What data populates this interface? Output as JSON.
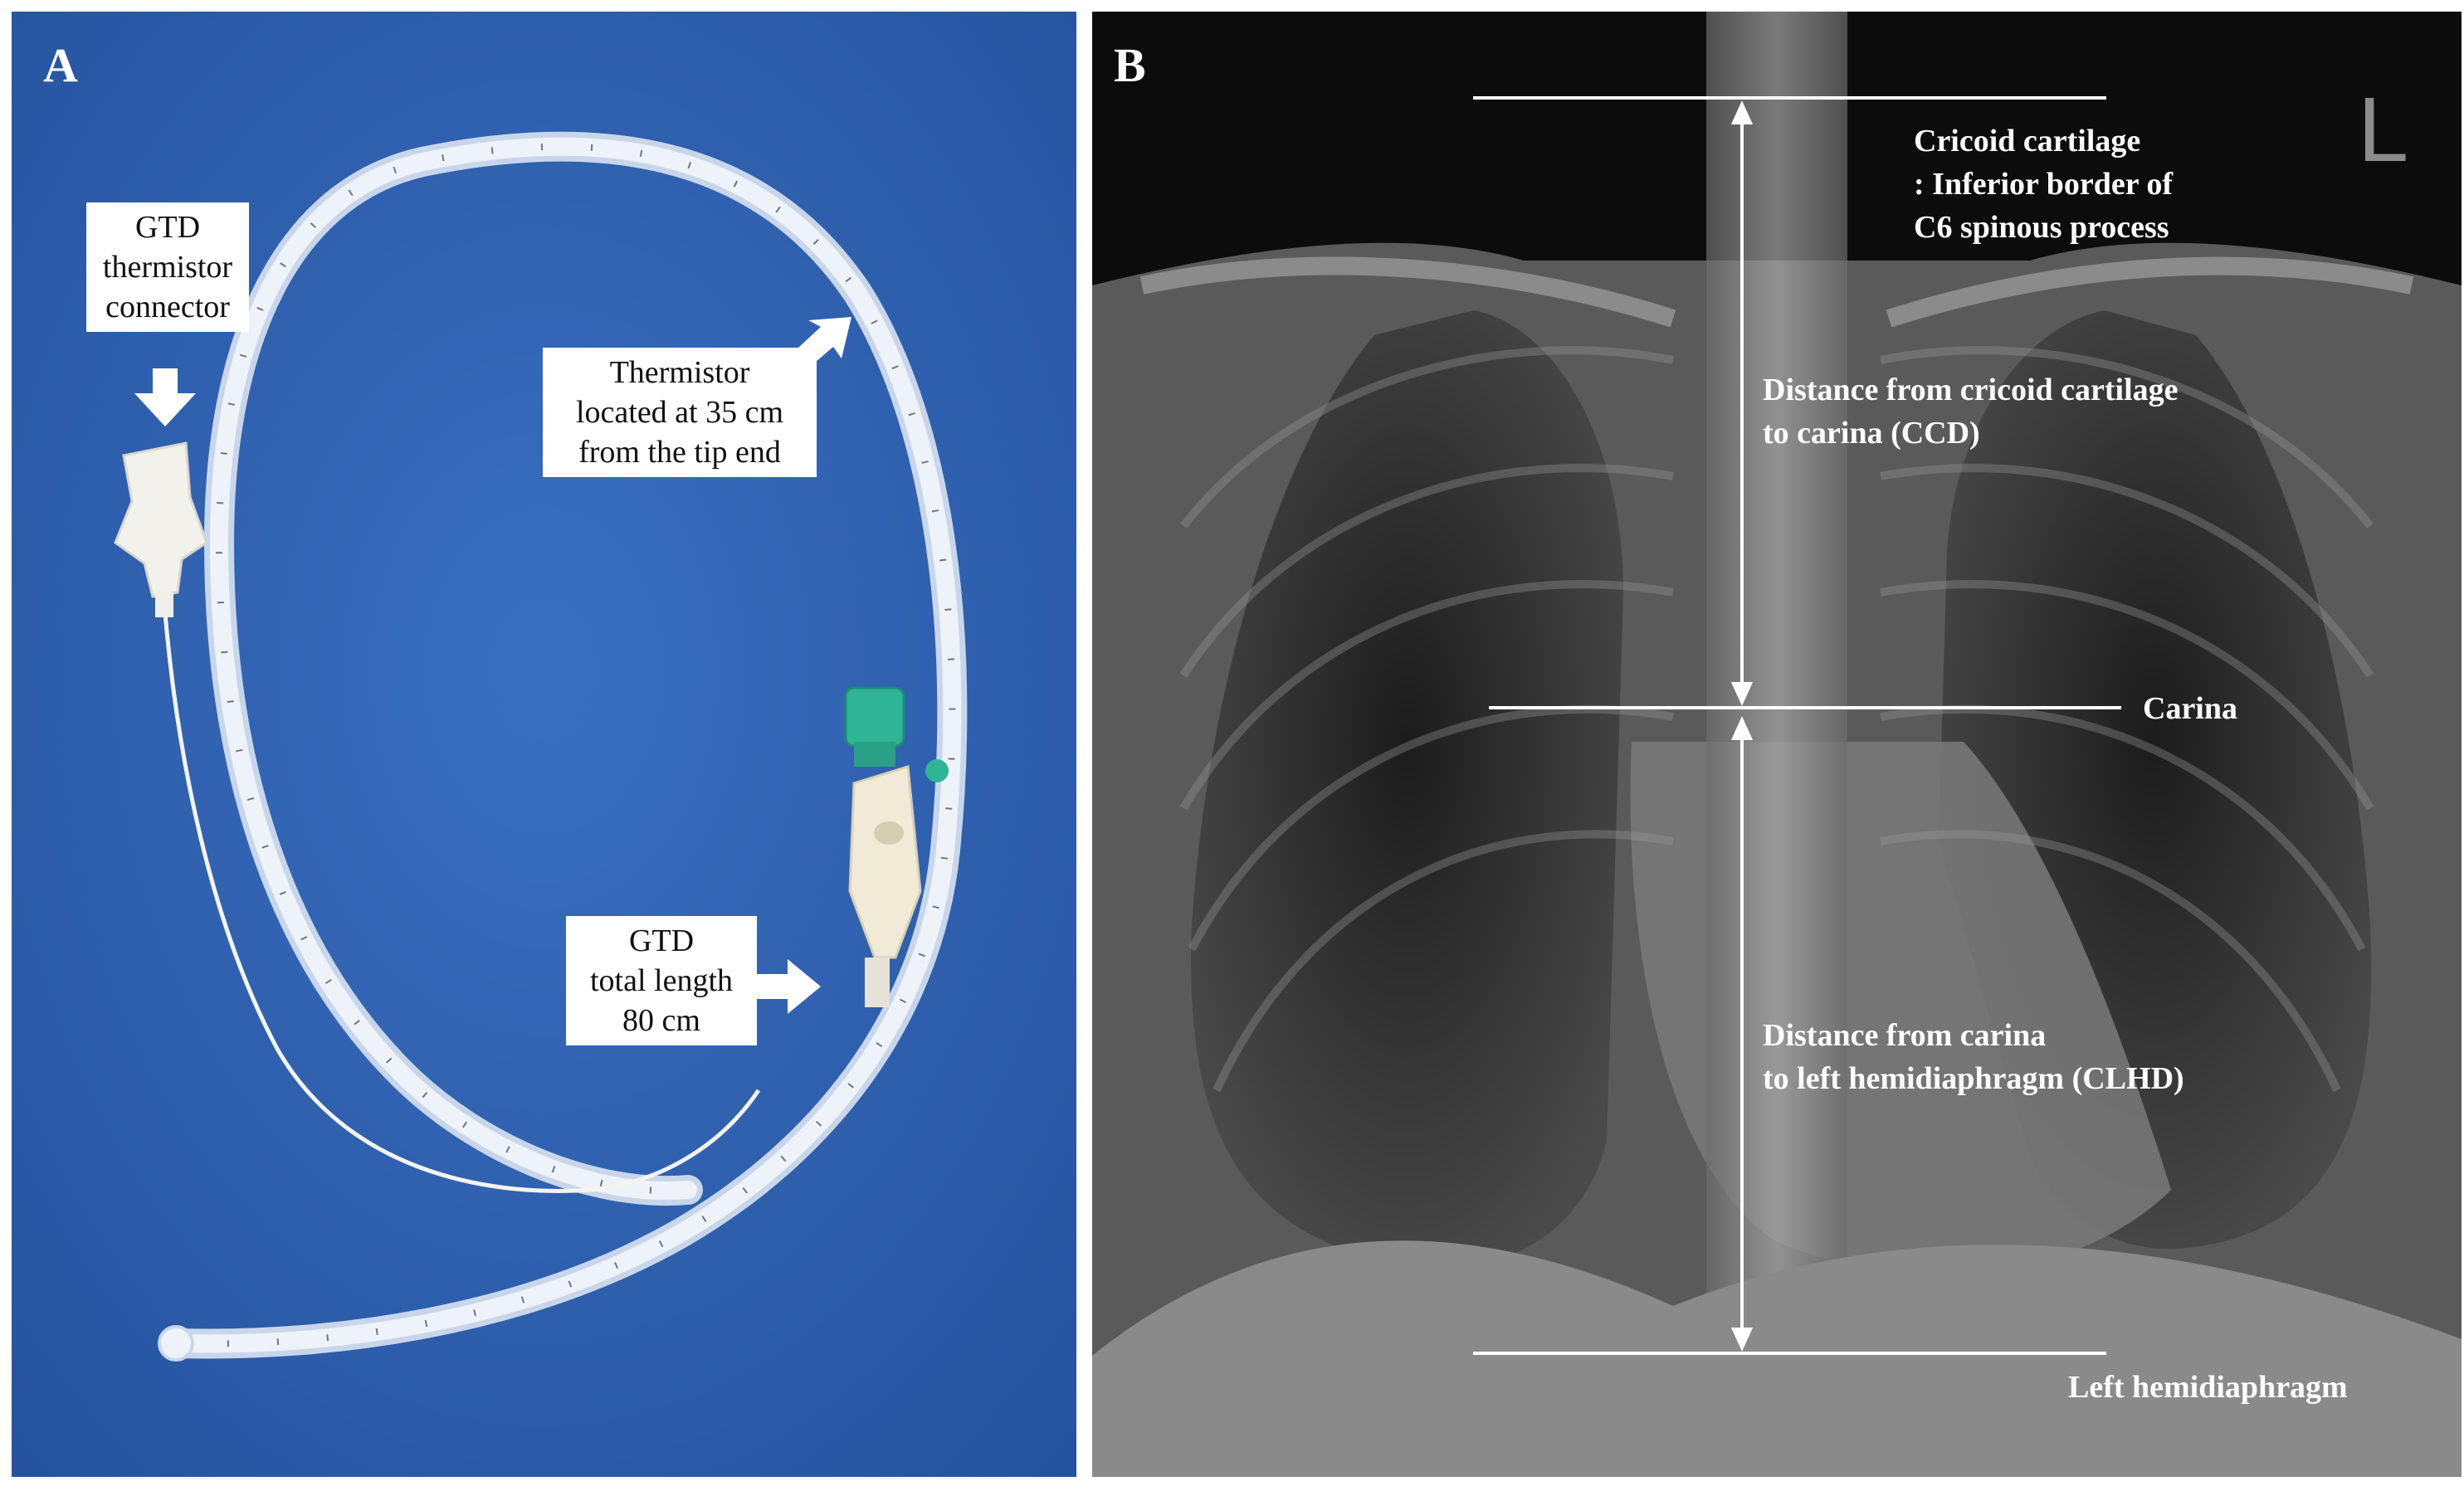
{
  "panel_a": {
    "letter": "A",
    "callouts": {
      "connector": [
        "GTD",
        "thermistor",
        "connector"
      ],
      "thermistor": [
        "Thermistor",
        "located at 35 cm",
        "from the tip end"
      ],
      "length": [
        "GTD",
        "total length",
        "80 cm"
      ]
    },
    "colors": {
      "drape": "#2f62b3",
      "tube": "#eef3fa",
      "valve": "#2fb596"
    }
  },
  "panel_b": {
    "letter": "B",
    "side_marker": "L",
    "labels": {
      "cricoid": [
        "Cricoid cartilage",
        ": Inferior border of",
        "C6 spinous process"
      ],
      "ccd": [
        "Distance from cricoid cartilage",
        "to carina (CCD)"
      ],
      "carina": "Carina",
      "clhd": [
        "Distance from carina",
        "to left hemidiaphragm (CLHD)"
      ],
      "hemidiaphragm": "Left hemidiaphragm"
    }
  }
}
